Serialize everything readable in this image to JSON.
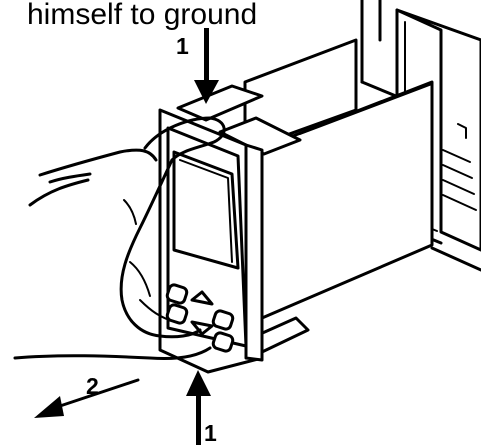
{
  "caption": {
    "text": "himself to ground"
  },
  "steps": {
    "top_arrow_label": "1",
    "bottom_arrow_label": "1",
    "side_arrow_label": "2"
  },
  "colors": {
    "line": "#000000",
    "background": "#ffffff"
  }
}
